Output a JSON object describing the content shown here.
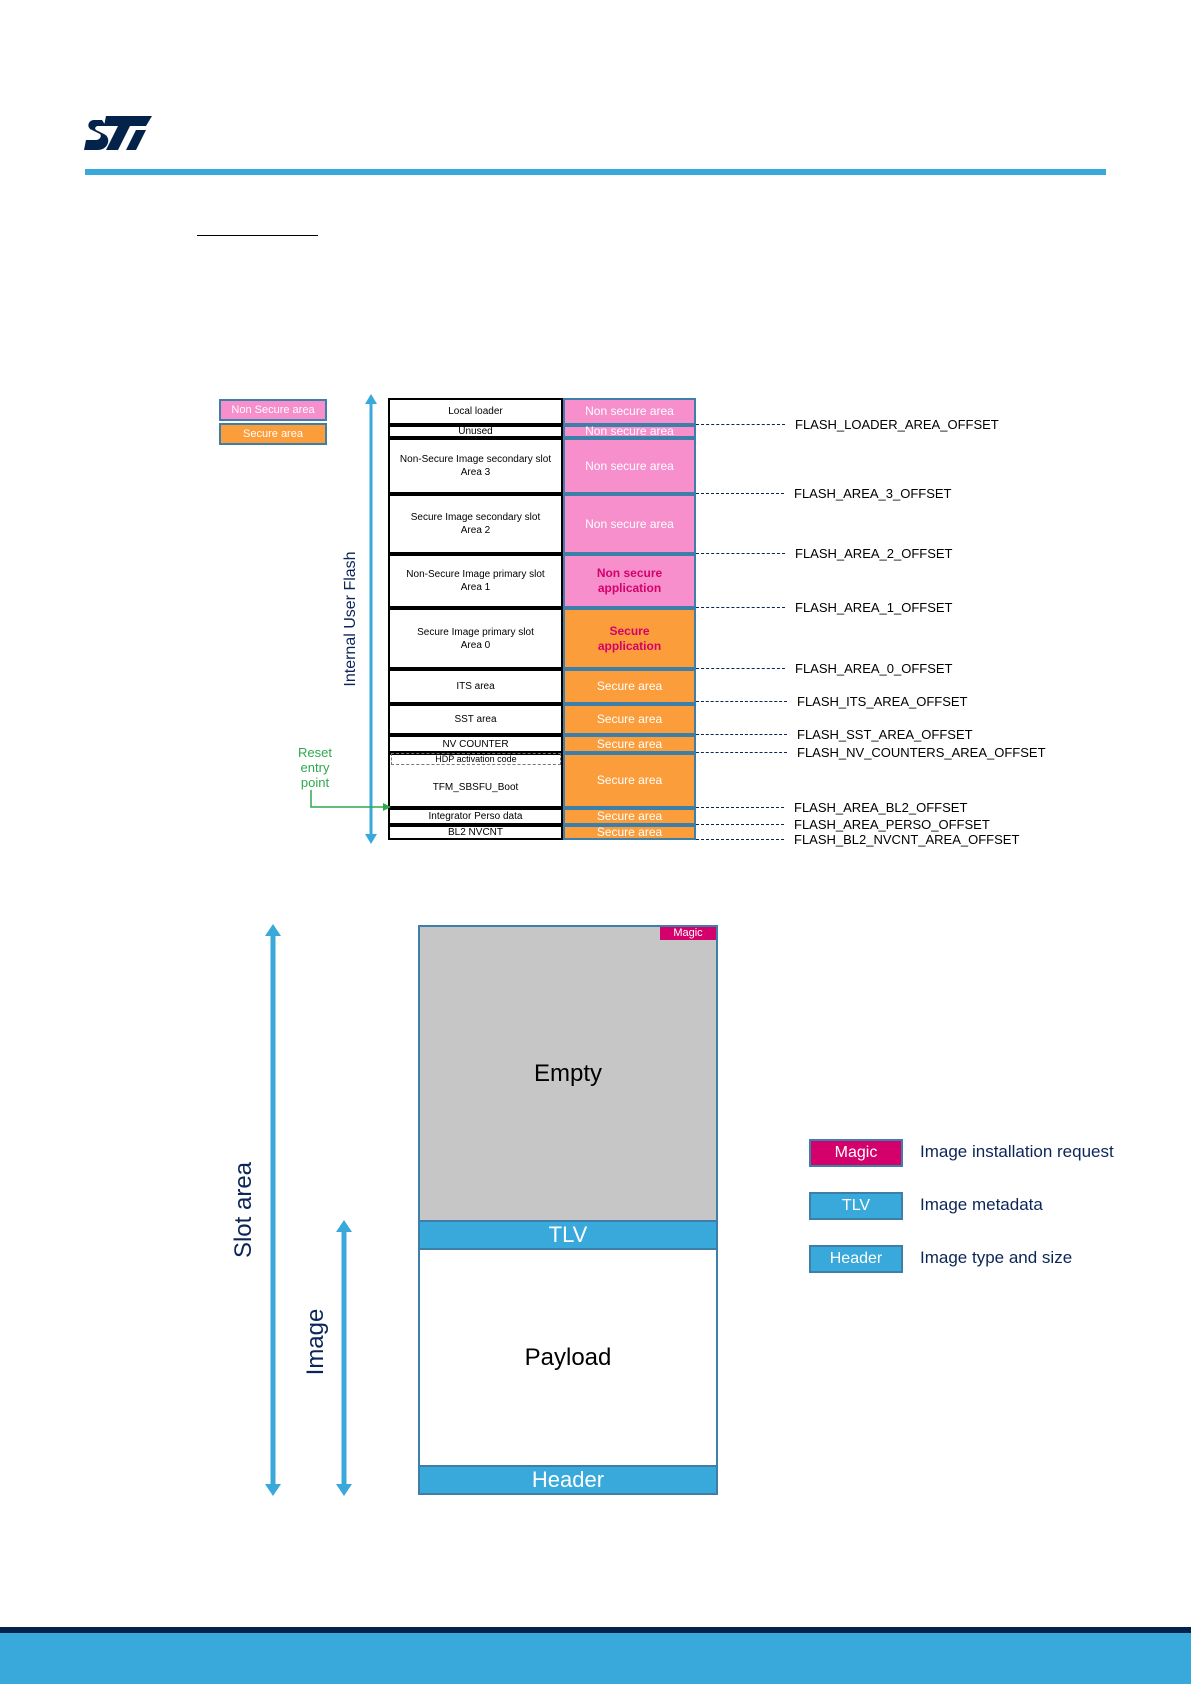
{
  "legend_top": {
    "non_secure": "Non Secure area",
    "secure": "Secure area"
  },
  "flash": {
    "axis_label": "Internal User Flash",
    "reset_label": [
      "Reset",
      "entry",
      "point"
    ],
    "hdp_label": "HDP activation code",
    "rows": [
      {
        "left": [
          "Local loader"
        ],
        "right": [
          "Non secure area"
        ],
        "kind": "pink"
      },
      {
        "left": [
          "Unused"
        ],
        "right": [
          "Non secure area"
        ],
        "kind": "pink"
      },
      {
        "left": [
          "Non-Secure Image secondary slot",
          "Area 3"
        ],
        "right": [
          "Non secure area"
        ],
        "kind": "pink"
      },
      {
        "left": [
          "Secure Image secondary slot",
          "Area 2"
        ],
        "right": [
          "Non secure area"
        ],
        "kind": "pink"
      },
      {
        "left": [
          "Non-Secure Image primary slot",
          "Area 1"
        ],
        "right": [
          "Non secure",
          "application"
        ],
        "kind": "pink-bold"
      },
      {
        "left": [
          "Secure Image primary slot",
          "Area 0"
        ],
        "right": [
          "Secure",
          "application"
        ],
        "kind": "orange-bold"
      },
      {
        "left": [
          "ITS area"
        ],
        "right": [
          "Secure  area"
        ],
        "kind": "orange"
      },
      {
        "left": [
          "SST area"
        ],
        "right": [
          "Secure  area"
        ],
        "kind": "orange"
      },
      {
        "left": [
          "NV COUNTER"
        ],
        "right": [
          "Secure  area"
        ],
        "kind": "orange"
      },
      {
        "left": [
          "TFM_SBSFU_Boot"
        ],
        "right": [
          "Secure area"
        ],
        "kind": "orange"
      },
      {
        "left": [
          "Integrator Perso data"
        ],
        "right": [
          "Secure area"
        ],
        "kind": "orange"
      },
      {
        "left": [
          "BL2 NVCNT"
        ],
        "right": [
          "Secure area"
        ],
        "kind": "orange"
      }
    ],
    "offsets": [
      "FLASH_LOADER_AREA_OFFSET",
      "FLASH_AREA_3_OFFSET",
      "FLASH_AREA_2_OFFSET",
      "FLASH_AREA_1_OFFSET",
      "FLASH_AREA_0_OFFSET",
      "FLASH_ITS_AREA_OFFSET",
      "FLASH_SST_AREA_OFFSET",
      "FLASH_NV_COUNTERS_AREA_OFFSET",
      "FLASH_AREA_BL2_OFFSET",
      "FLASH_AREA_PERSO_OFFSET",
      "FLASH_BL2_NVCNT_AREA_OFFSET"
    ]
  },
  "slot": {
    "slot_area_label": "Slot area",
    "image_label": "Image",
    "magic": "Magic",
    "empty": "Empty",
    "tlv": "TLV",
    "payload": "Payload",
    "header": "Header",
    "legend": [
      {
        "box": "Magic",
        "text": "Image installation request",
        "color": "#d4006c"
      },
      {
        "box": "TLV",
        "text": "Image metadata",
        "color": "#39a9dc"
      },
      {
        "box": "Header",
        "text": "Image type and size",
        "color": "#39a9dc"
      }
    ]
  },
  "colors": {
    "st_blue": "#39a9dc",
    "st_dark_blue": "#03234b",
    "non_secure_pink": "#f68fcb",
    "secure_orange": "#fc9d3b",
    "magic_magenta": "#d4006c",
    "empty_gray": "#c6c6c6",
    "reset_green": "#2fa84f"
  }
}
